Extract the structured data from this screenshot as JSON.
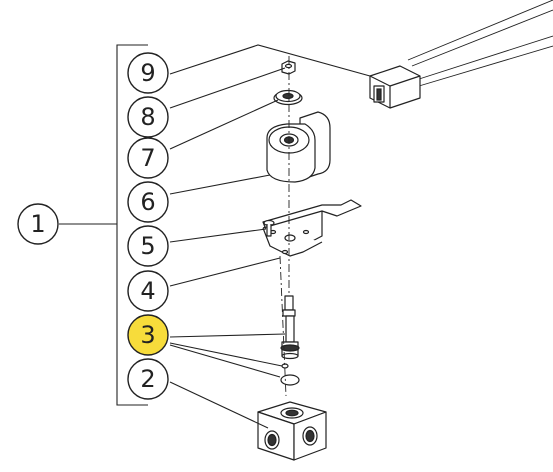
{
  "diagram": {
    "callouts": [
      {
        "label": "1",
        "highlighted": false
      },
      {
        "label": "2",
        "highlighted": false
      },
      {
        "label": "3",
        "highlighted": true
      },
      {
        "label": "4",
        "highlighted": false
      },
      {
        "label": "5",
        "highlighted": false
      },
      {
        "label": "6",
        "highlighted": false
      },
      {
        "label": "7",
        "highlighted": false
      },
      {
        "label": "8",
        "highlighted": false
      },
      {
        "label": "9",
        "highlighted": false
      }
    ],
    "colors": {
      "highlight": "#f7dc3b",
      "line": "#222222",
      "background": "#ffffff"
    }
  }
}
